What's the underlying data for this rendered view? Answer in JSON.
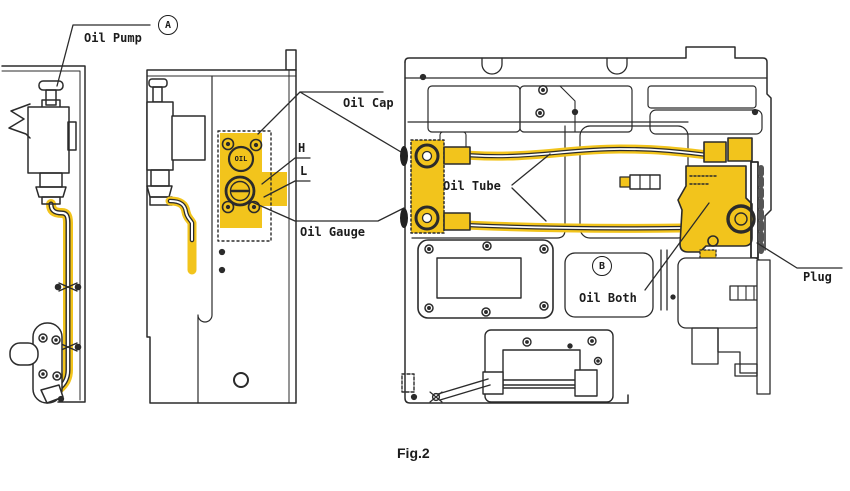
{
  "figure": {
    "caption": "Fig.2"
  },
  "colors": {
    "highlight": "#F2C41C",
    "line": "#2B2B2B",
    "background": "#FFFFFF"
  },
  "labels": {
    "oil_pump": "Oil Pump",
    "oil_cap": "Oil Cap",
    "high_mark": "H",
    "low_mark": "L",
    "oil_gauge": "Oil Gauge",
    "oil_tube": "Oil Tube",
    "oil_bath": "Oil Both",
    "plug": "Plug",
    "oil_cap_embossed_text": "OIL"
  },
  "markers": {
    "view_a": "A",
    "view_b": "B"
  }
}
